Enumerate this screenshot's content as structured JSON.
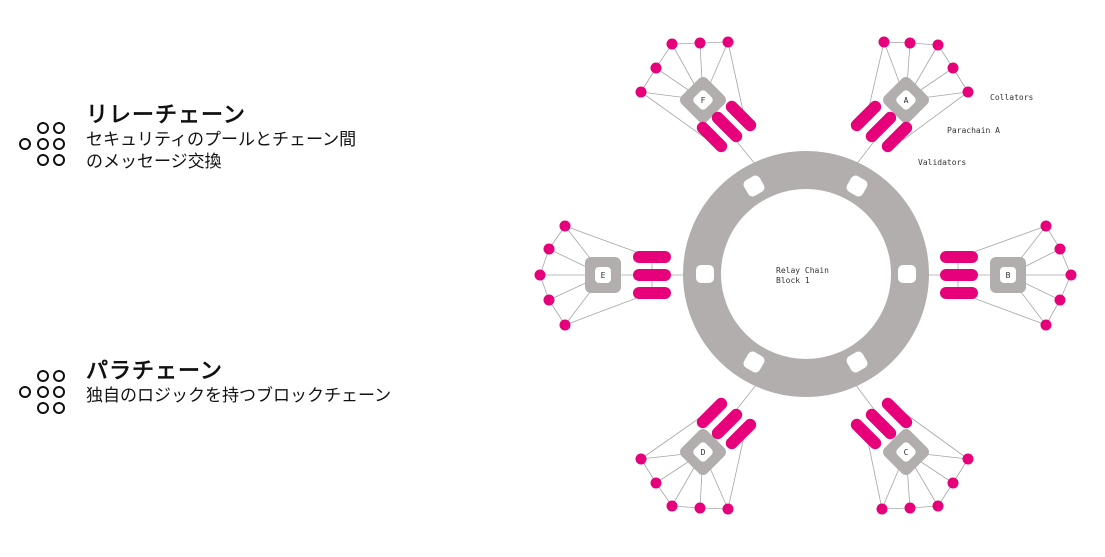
{
  "legend": {
    "relay_chain": {
      "icon": "dots-cluster-icon",
      "title": "リレーチェーン",
      "description_line1": "セキュリティのプールとチェーン間",
      "description_line2": "のメッセージ交換"
    },
    "parachain": {
      "icon": "dots-cluster-icon",
      "title": "パラチェーン",
      "description_line1": "独自のロジックを持つブロックチェーン"
    }
  },
  "diagram": {
    "colors": {
      "ring": "#b3aeae",
      "accent": "#e6007a",
      "line": "#9a9a9a",
      "text": "#333333"
    },
    "relay_chain_label_line1": "Relay Chain",
    "relay_chain_label_line2": "Block 1",
    "annotations": {
      "collators": "Collators",
      "parachain": "Parachain A",
      "validators": "Validators"
    },
    "parachains": [
      {
        "label": "A"
      },
      {
        "label": "B"
      },
      {
        "label": "C"
      },
      {
        "label": "D"
      },
      {
        "label": "E"
      },
      {
        "label": "F"
      }
    ]
  }
}
